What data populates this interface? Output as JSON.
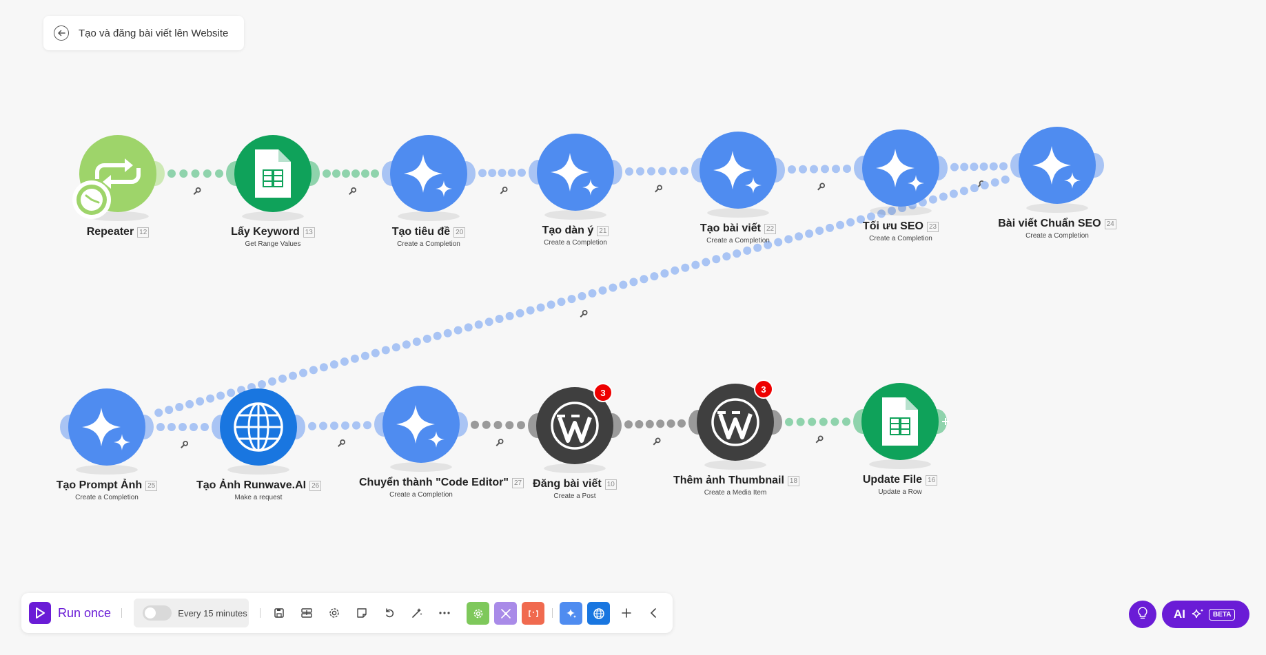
{
  "scenario": {
    "title": "Tạo và đăng bài viết lên Website"
  },
  "nodes": [
    {
      "key": "repeater",
      "label": "Repeater",
      "id": "12",
      "sub": ""
    },
    {
      "key": "lay-keyword",
      "label": "Lấy Keyword",
      "id": "13",
      "sub": "Get Range Values"
    },
    {
      "key": "tao-tieu-de",
      "label": "Tạo tiêu đề",
      "id": "20",
      "sub": "Create a Completion"
    },
    {
      "key": "tao-dan-y",
      "label": "Tạo dàn ý",
      "id": "21",
      "sub": "Create a Completion"
    },
    {
      "key": "tao-bai-viet",
      "label": "Tạo bài viết",
      "id": "22",
      "sub": "Create a Completion"
    },
    {
      "key": "toi-uu-seo",
      "label": "Tối ưu SEO",
      "id": "23",
      "sub": "Create a Completion"
    },
    {
      "key": "bai-viet-chuan-seo",
      "label": "Bài viết Chuẩn SEO",
      "id": "24",
      "sub": "Create a Completion"
    },
    {
      "key": "tao-prompt-anh",
      "label": "Tạo Prompt Ảnh",
      "id": "25",
      "sub": "Create a Completion"
    },
    {
      "key": "tao-anh-runwave",
      "label": "Tạo Ảnh Runwave.AI",
      "id": "26",
      "sub": "Make a request"
    },
    {
      "key": "chuyen-thanh-code-editor",
      "label": "Chuyển thành \"Code Editor\"",
      "id": "27",
      "sub": "Create a Completion"
    },
    {
      "key": "dang-bai-viet",
      "label": "Đăng bài viết",
      "id": "10",
      "sub": "Create a Post",
      "badge": "3"
    },
    {
      "key": "them-anh-thumbnail",
      "label": "Thêm ảnh Thumbnail",
      "id": "18",
      "sub": "Create a Media Item",
      "badge": "3"
    },
    {
      "key": "update-file",
      "label": "Update File",
      "id": "16",
      "sub": "Update a Row"
    }
  ],
  "colors": {
    "ai_blue": "#4f8cf0",
    "sheets_green": "#0fa25a",
    "repeater_green": "#9ed46a",
    "wordpress_gray": "#3f3f3f",
    "http_blue": "#1976e0",
    "accent_purple": "#6a1cd6",
    "flow_blue": "#a9c4f4",
    "flow_green": "#8fd3ac",
    "flow_gray": "#9a9a9a",
    "badge_red": "#e00000",
    "tool_green": "#7ec85b",
    "tool_purple": "#a98be8",
    "tool_orange": "#f06a4f"
  },
  "icons": {
    "repeater": "repeat-icon",
    "clock": "clock-icon",
    "sheets": "google-sheets-icon",
    "ai": "sparkle-icon",
    "http": "globe-icon",
    "wordpress": "wordpress-icon",
    "back": "back-arrow-icon"
  },
  "toolbar": {
    "run_once": "Run once",
    "schedule_label": "Every 15 minutes",
    "schedule_enabled": false,
    "icon_buttons": [
      "save-icon",
      "auto-align-icon",
      "settings-icon",
      "notes-icon",
      "undo-icon",
      "magic-wand-icon",
      "more-icon"
    ],
    "tool_buttons": [
      "tools-icon",
      "flow-control-icon",
      "text-parser-icon",
      "ai-assistant-icon",
      "http-icon",
      "add-icon",
      "collapse-icon"
    ]
  },
  "ai_assistant": {
    "label": "AI",
    "beta": "BETA",
    "hint_icon": "lightbulb-icon"
  }
}
